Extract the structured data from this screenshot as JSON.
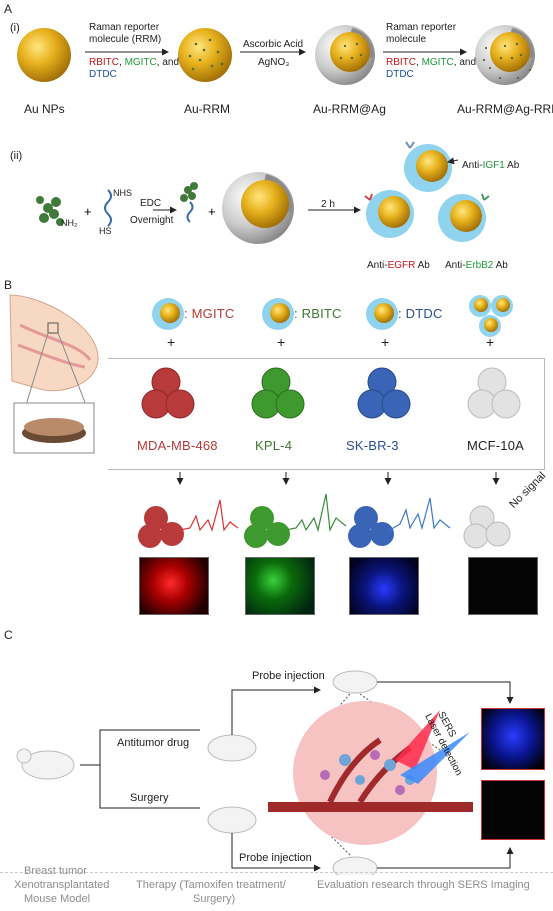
{
  "panel_a": {
    "label": "A",
    "sub_i": "(i)",
    "sub_ii": "(ii)",
    "step1_line1": "Raman reporter",
    "step1_line2": "molecule (RRM)",
    "step1_rbitc": "RBITC",
    "step1_mgitc": "MGITC",
    "step1_and": ", and",
    "step1_dtdc": "DTDC",
    "step2_top": "Ascorbic Acid",
    "step2_bottom": "AgNO₃",
    "step3_line1": "Raman reporter",
    "step3_line2": "molecule",
    "step3_rbitc": "RBITC",
    "step3_mgitc": "MGITC",
    "step3_and": ", and",
    "step3_dtdc": "DTDC",
    "np_labels": [
      "Au NPs",
      "Au-RRM",
      "Au-RRM@Ag",
      "Au-RRM@Ag-RRM"
    ],
    "nh2": "NH₂",
    "nhs": "NHS",
    "hs": "HS",
    "edc": "EDC",
    "overnight": "Overnight",
    "time": "2 h",
    "anti_prefix": "Anti-",
    "ab_suffix": " Ab",
    "igf1": "IGF1",
    "egfr": "EGFR",
    "erbb2": "ErbB2"
  },
  "panel_b": {
    "label": "B",
    "probes": [
      {
        "dye": "MGITC",
        "color": "#b83a3a"
      },
      {
        "dye": "RBITC",
        "color": "#3e7a2e"
      },
      {
        "dye": "DTDC",
        "color": "#2a4f8e"
      }
    ],
    "plus": "+",
    "cells": [
      {
        "name": "MDA-MB-468",
        "color": "#b83a3a"
      },
      {
        "name": "KPL-4",
        "color": "#3e7a2e"
      },
      {
        "name": "SK-BR-3",
        "color": "#2a4f8e"
      },
      {
        "name": "MCF-10A",
        "color": "#222222"
      }
    ],
    "no_signal": "No signal"
  },
  "panel_c": {
    "label": "C",
    "probe_injection_top": "Probe injection",
    "probe_injection_bottom": "Probe injection",
    "antitumor_drug": "Antitumor drug",
    "surgery": "Surgery",
    "sers": "SERS",
    "laser_detection": "Laser detection",
    "footer_model_line1": "Breast tumor",
    "footer_model_line2": "Xenotransplantated",
    "footer_model_line3": "Mouse Model",
    "footer_therapy_line1": "Therapy (Tamoxifen treatment/",
    "footer_therapy_line2": "Surgery)",
    "footer_eval": "Evaluation research through SERS Imaging"
  }
}
